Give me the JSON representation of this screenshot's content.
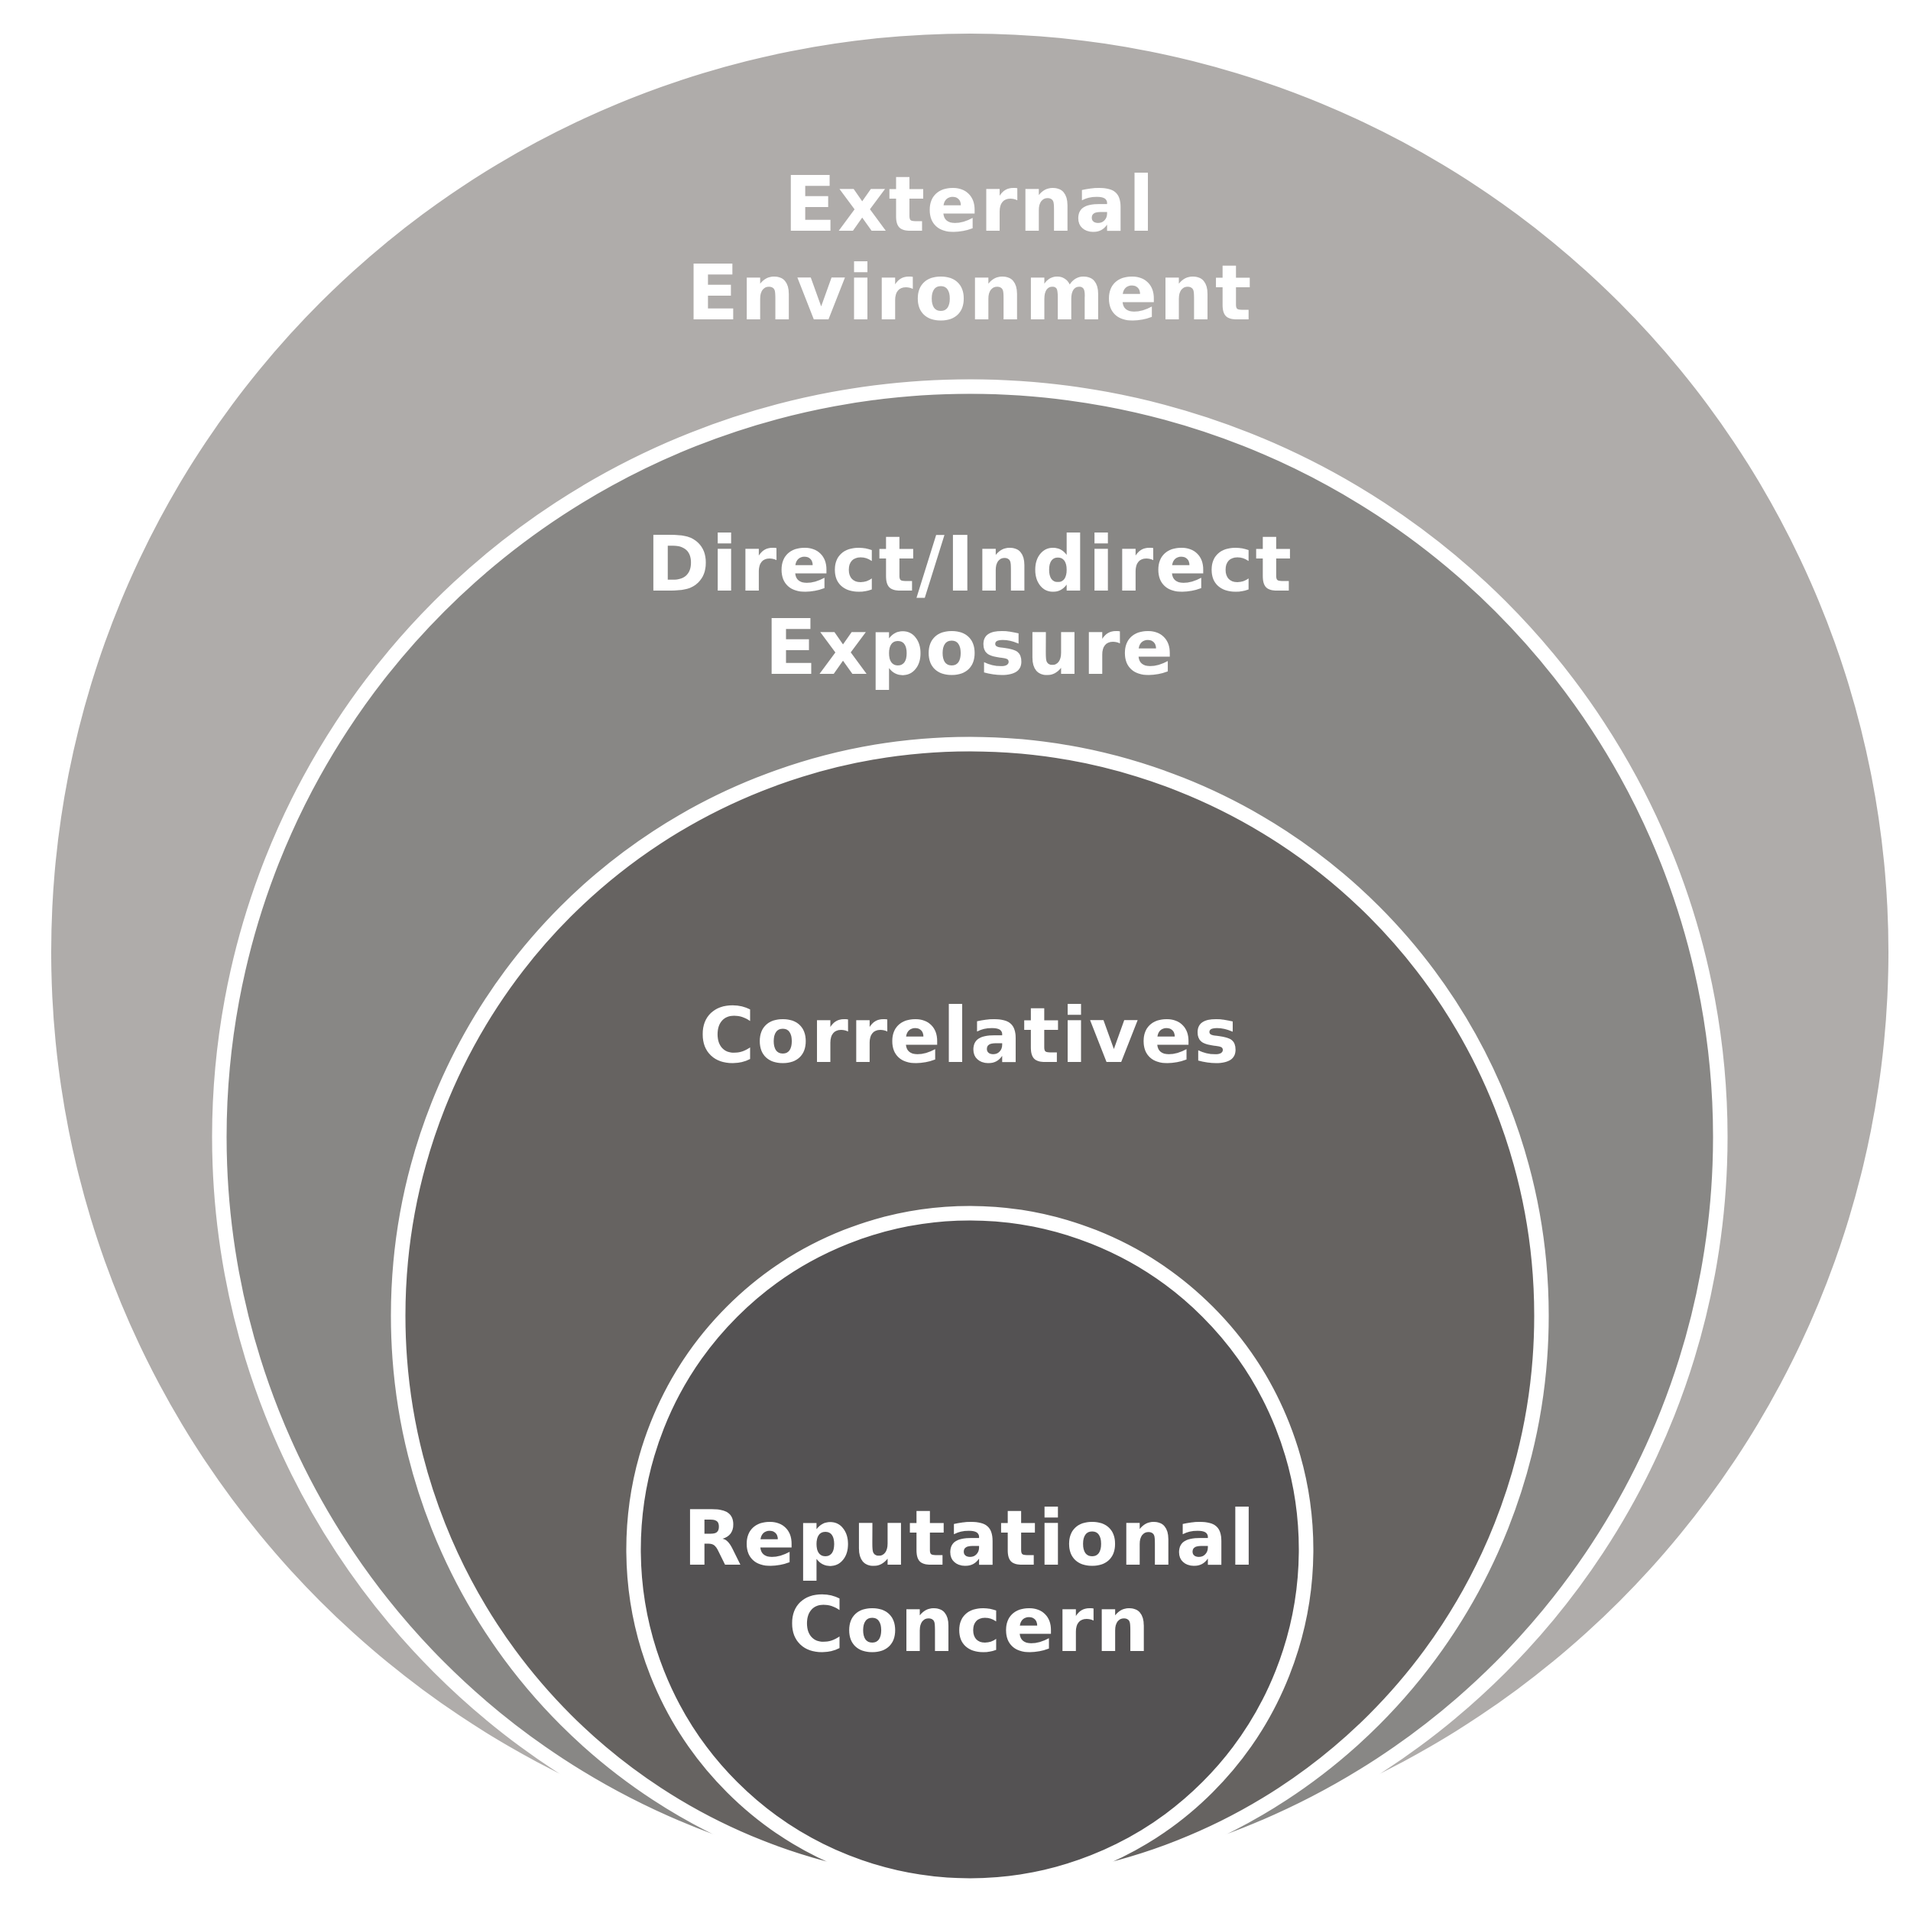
{
  "layers": [
    {
      "lines": [
        "External",
        "Environment"
      ],
      "color": "#afacaa"
    },
    {
      "lines": [
        "Direct/Indirect",
        "Exposure"
      ],
      "color": "#888785"
    },
    {
      "lines": [
        "Correlatives"
      ],
      "color": "#666361"
    },
    {
      "lines": [
        "Reputational",
        "Concern"
      ],
      "color": "#545253"
    }
  ]
}
